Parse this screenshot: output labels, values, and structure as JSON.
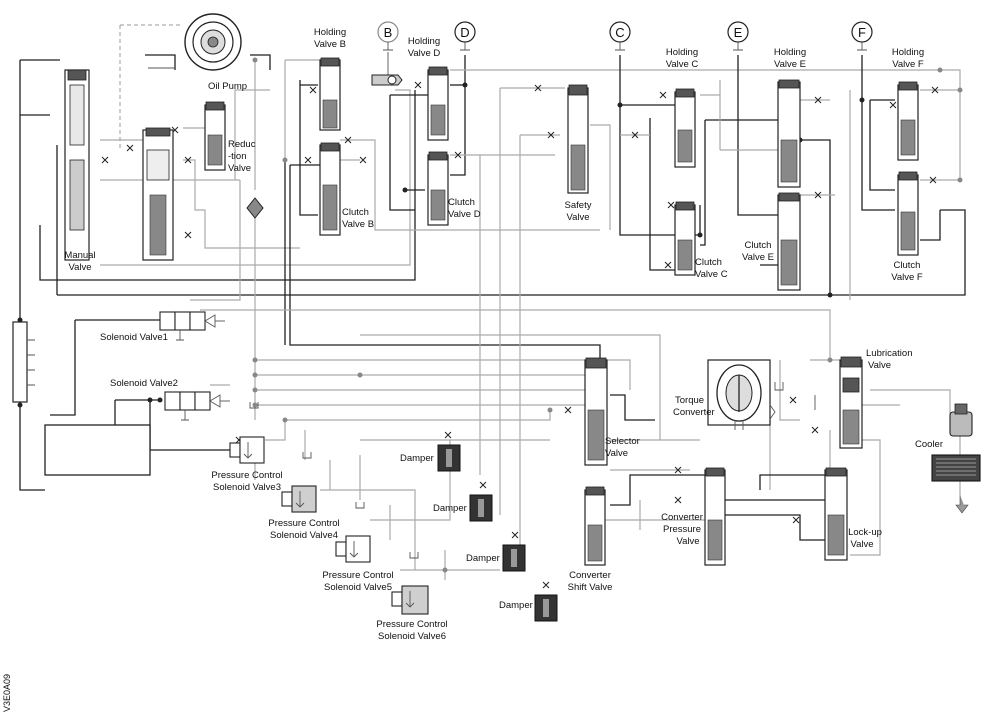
{
  "diagram": {
    "side_code": "V3E0A09",
    "circuit_labels": [
      "B",
      "D",
      "C",
      "E",
      "F"
    ],
    "labels": {
      "oil_pump": "Oil Pump",
      "reduction_valve": [
        "Reduc",
        "-tion",
        "Valve"
      ],
      "manual_valve": [
        "Manual",
        "Valve"
      ],
      "holding_valve_b": [
        "Holding",
        "Valve B"
      ],
      "clutch_valve_b": [
        "Clutch",
        "Valve B"
      ],
      "holding_valve_d": [
        "Holding",
        "Valve D"
      ],
      "clutch_valve_d": [
        "Clutch",
        "Valve D"
      ],
      "safety_valve": [
        "Safety",
        "Valve"
      ],
      "holding_valve_c": [
        "Holding",
        "Valve C"
      ],
      "clutch_valve_c": [
        "Clutch",
        "Valve C"
      ],
      "holding_valve_e": [
        "Holding",
        "Valve E"
      ],
      "clutch_valve_e": [
        "Clutch",
        "Valve E"
      ],
      "holding_valve_f": [
        "Holding",
        "Valve F"
      ],
      "clutch_valve_f": [
        "Clutch",
        "Valve F"
      ],
      "solenoid_valve1": "Solenoid Valve1",
      "solenoid_valve2": "Solenoid Valve2",
      "pcsv3": [
        "Pressure Control",
        "Solenoid Valve3"
      ],
      "pcsv4": [
        "Pressure Control",
        "Solenoid Valve4"
      ],
      "pcsv5": [
        "Pressure Control",
        "Solenoid Valve5"
      ],
      "pcsv6": [
        "Pressure Control",
        "Solenoid Valve6"
      ],
      "damper": "Damper",
      "selector_valve": [
        "Selector",
        "Valve"
      ],
      "torque_converter": [
        "Torque",
        "Converter"
      ],
      "lubrication_valve": [
        "Lubrication",
        "Valve"
      ],
      "cooler": "Cooler",
      "converter_pressure_valve": [
        "Converter",
        "Pressure",
        "Valve"
      ],
      "converter_shift_valve": [
        "Converter",
        "Shift Valve"
      ],
      "lockup_valve": [
        "Lock-up",
        "Valve"
      ]
    }
  }
}
